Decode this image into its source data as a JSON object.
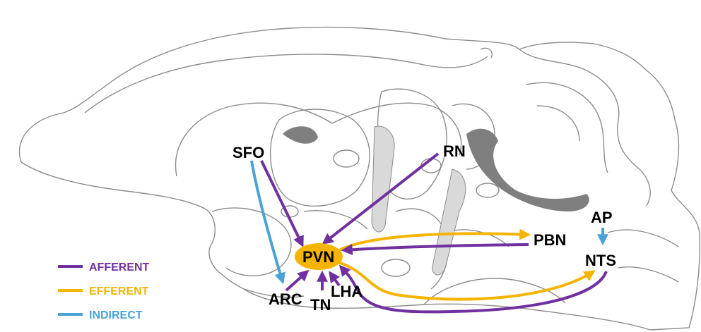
{
  "colors": {
    "afferent": "#7030a0",
    "efferent": "#f5b400",
    "indirect": "#4aa3d5",
    "outline": "#8c8c8c",
    "shade_light": "#d9d9d9",
    "shade_dark": "#7f7f7f"
  },
  "regions": {
    "sfo": "SFO",
    "rn": "RN",
    "pvn": "PVN",
    "pbn": "PBN",
    "ap": "AP",
    "nts": "NTS",
    "arc": "ARC",
    "tn": "TN",
    "lha": "LHA"
  },
  "legend": {
    "afferent": "AFFERENT",
    "efferent": "EFFERENT",
    "indirect": "INDIRECT"
  }
}
